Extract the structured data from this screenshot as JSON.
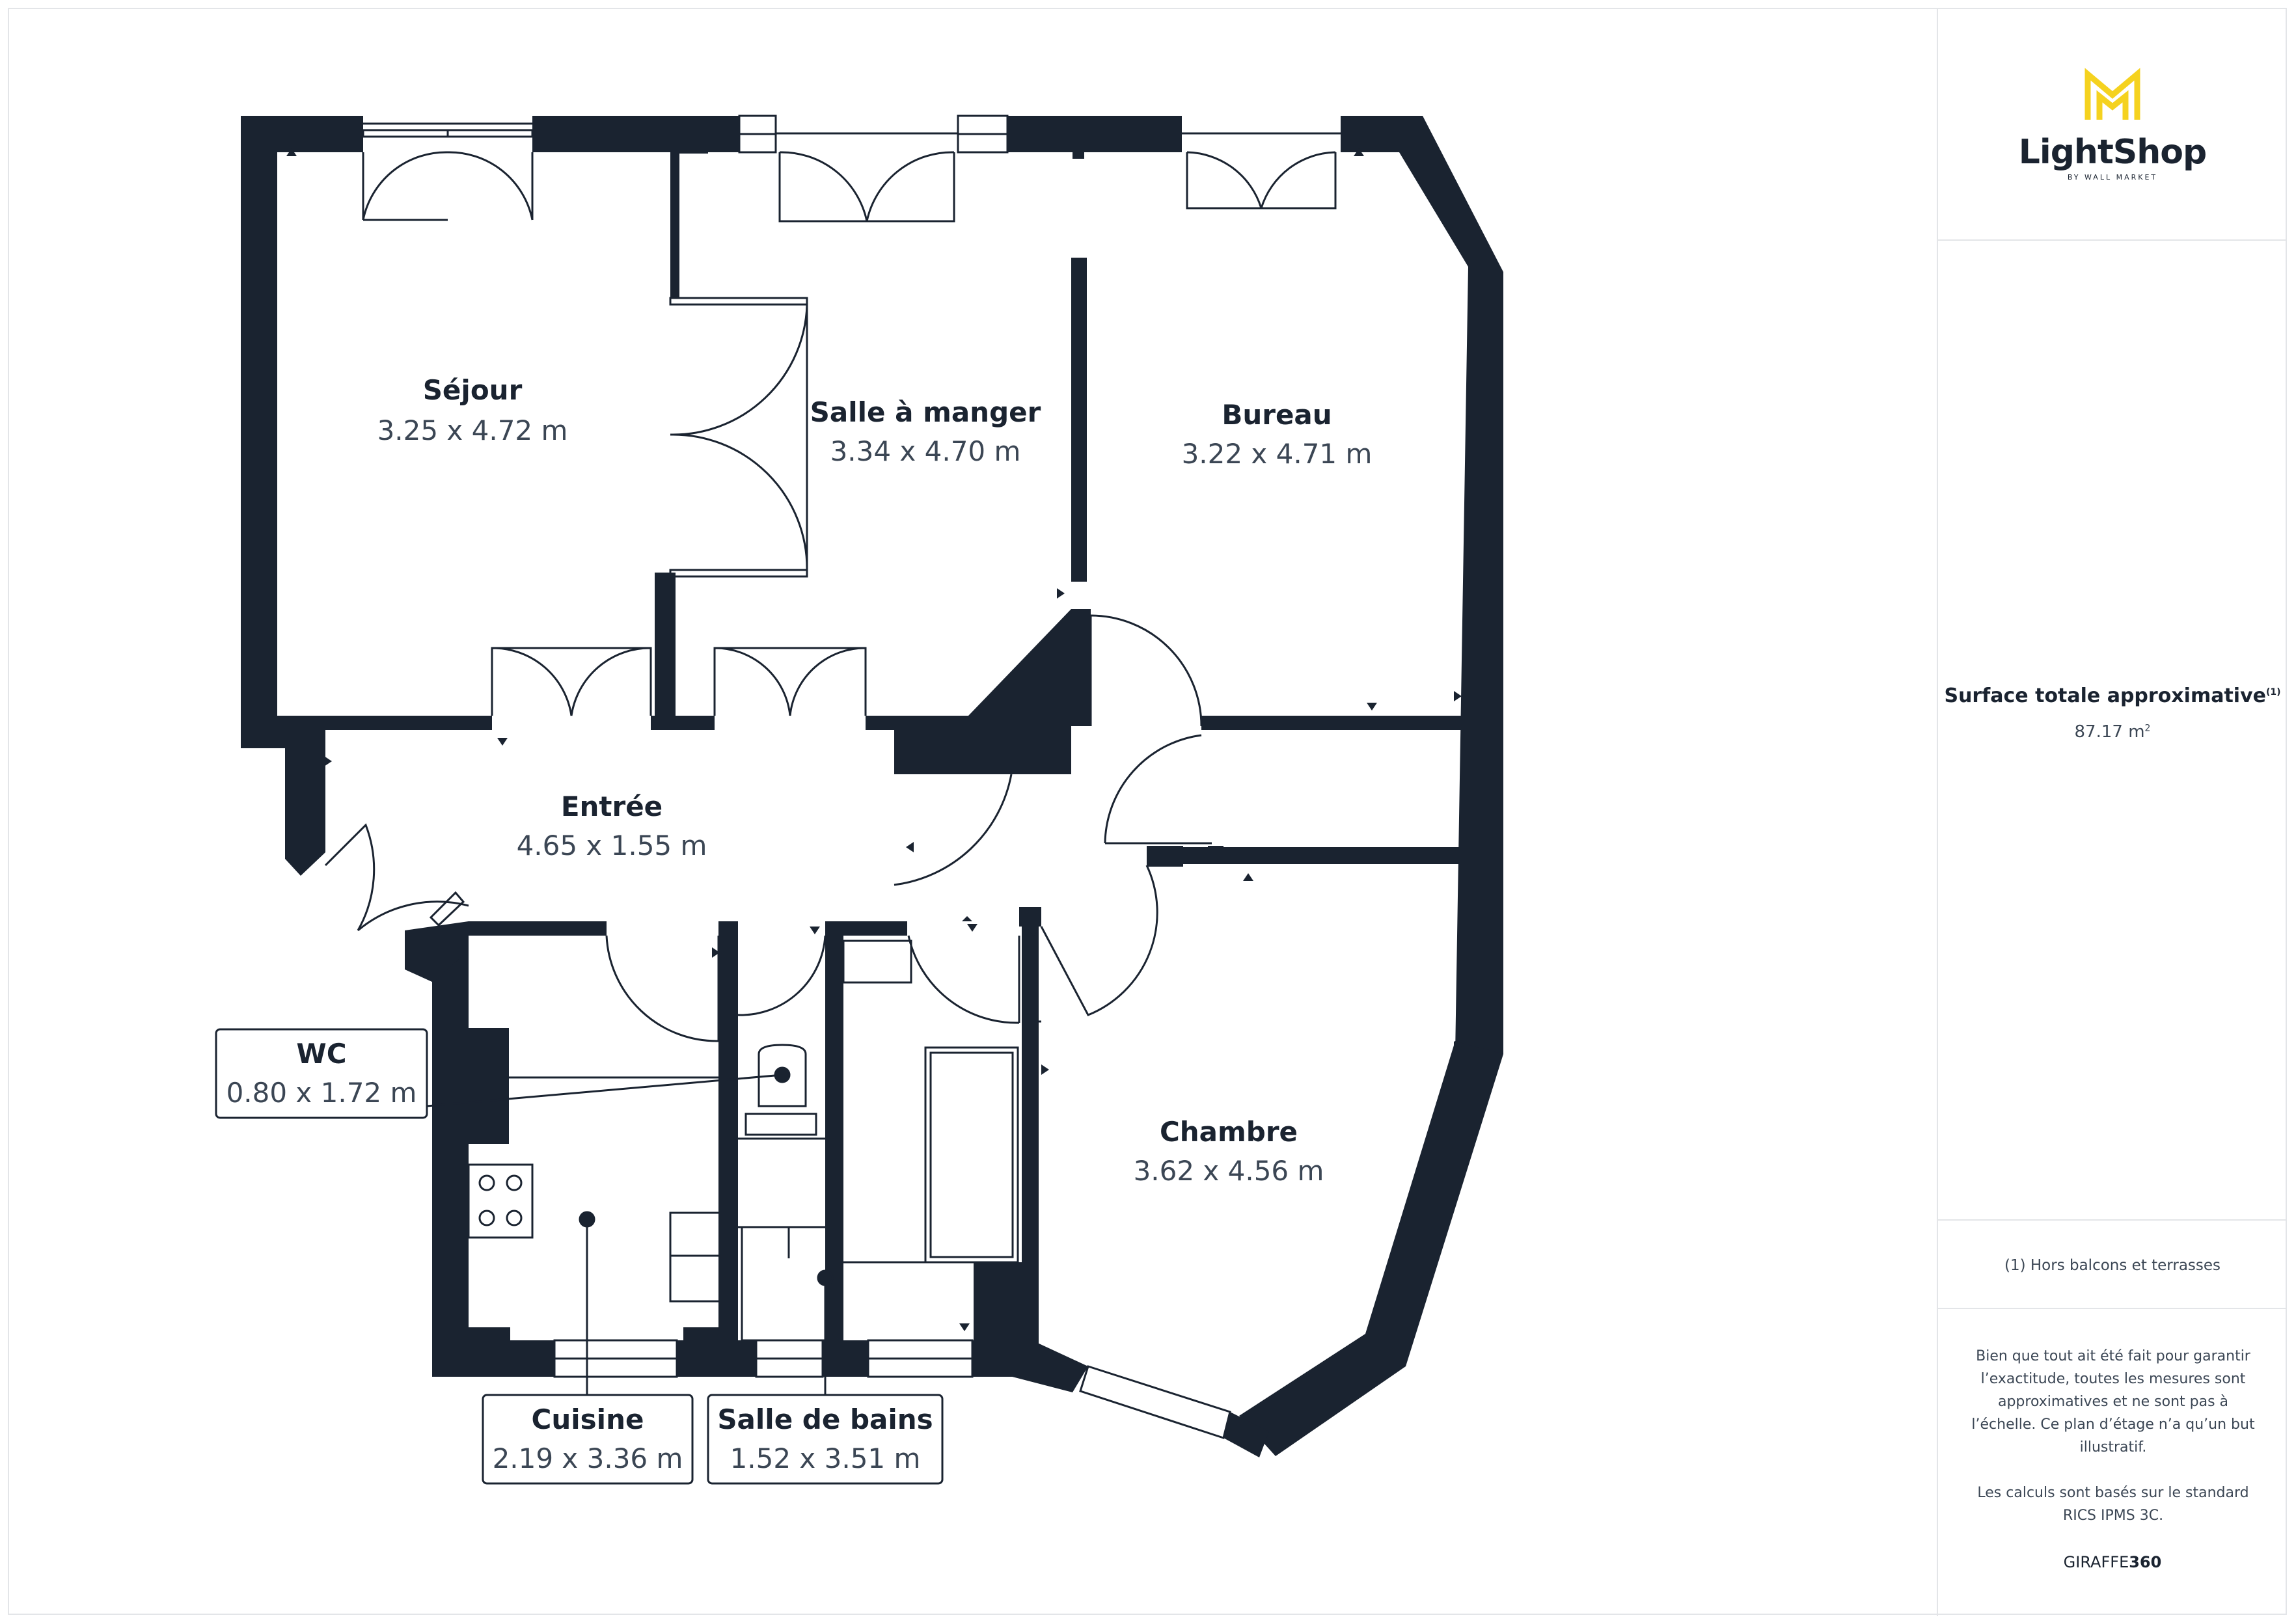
{
  "rooms": {
    "sejour": {
      "name": "Séjour",
      "dims": "3.25 x 4.72 m"
    },
    "salle_a_manger": {
      "name": "Salle à manger",
      "dims": "3.34 x 4.70 m"
    },
    "bureau": {
      "name": "Bureau",
      "dims": "3.22 x 4.71 m"
    },
    "entree": {
      "name": "Entrée",
      "dims": "4.65 x 1.55 m"
    },
    "wc": {
      "name": "WC",
      "dims": "0.80 x 1.72 m"
    },
    "chambre": {
      "name": "Chambre",
      "dims": "3.62 x 4.56 m"
    },
    "cuisine": {
      "name": "Cuisine",
      "dims": "2.19 x 3.36 m"
    },
    "salle_de_bains": {
      "name": "Salle de bains",
      "dims": "1.52 x 3.51 m"
    }
  },
  "sidebar": {
    "logo_text": "LightShop",
    "logo_sub": "BY WALL MARKET",
    "surface_title": "Surface totale approximative",
    "surface_sup": "(1)",
    "surface_value": "87.17 m",
    "surface_unit_sup": "2",
    "note": "(1) Hors balcons et terrasses",
    "disclaimer": "Bien que tout ait été fait pour garantir l’exactitude, toutes les mesures sont approximatives et ne sont pas à l’échelle. Ce plan d’étage n’a qu’un but illustratif.",
    "standard": "Les calculs sont basés sur le standard RICS IPMS 3C.",
    "brand_light": "GIRAFFE",
    "brand_bold": "360"
  },
  "colors": {
    "wall": "#1a2330",
    "accent": "#f5d21f",
    "text": "#1a2330",
    "muted": "#3b4654",
    "separator": "#e3e5e8"
  }
}
